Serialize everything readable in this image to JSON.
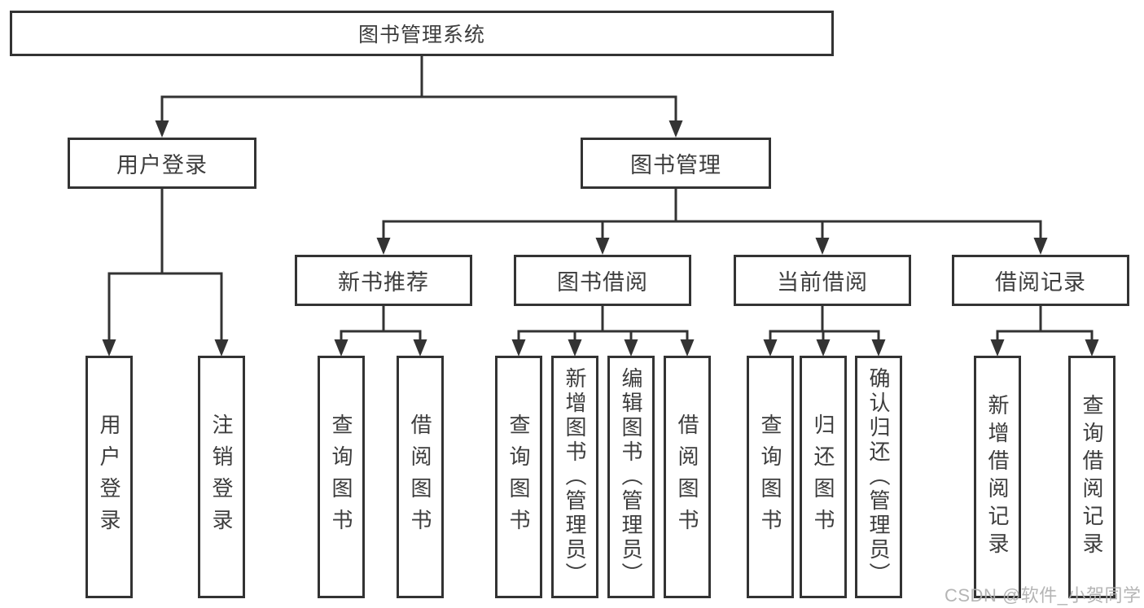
{
  "diagram": {
    "root": {
      "label": "图书管理系统"
    },
    "branches": [
      {
        "label": "用户登录",
        "children": [
          {
            "label": "用户登录"
          },
          {
            "label": "注销登录"
          }
        ]
      },
      {
        "label": "图书管理",
        "children": [
          {
            "label": "新书推荐",
            "children": [
              {
                "label": "查询图书"
              },
              {
                "label": "借阅图书"
              }
            ]
          },
          {
            "label": "图书借阅",
            "children": [
              {
                "label": "查询图书"
              },
              {
                "label": "新增图书（管理员）"
              },
              {
                "label": "编辑图书（管理员）"
              },
              {
                "label": "借阅图书"
              }
            ]
          },
          {
            "label": "当前借阅",
            "children": [
              {
                "label": "查询图书"
              },
              {
                "label": "归还图书"
              },
              {
                "label": "确认归还（管理员）"
              }
            ]
          },
          {
            "label": "借阅记录",
            "children": [
              {
                "label": "新增借阅记录"
              },
              {
                "label": "查询借阅记录"
              }
            ]
          }
        ]
      }
    ]
  },
  "watermark": {
    "text": "CSDN @软件_小贺同学"
  },
  "colors": {
    "line": "#333333",
    "box_border": "#333333",
    "text": "#3d3d3d",
    "watermark": "#afafaf",
    "background": "#ffffff"
  }
}
